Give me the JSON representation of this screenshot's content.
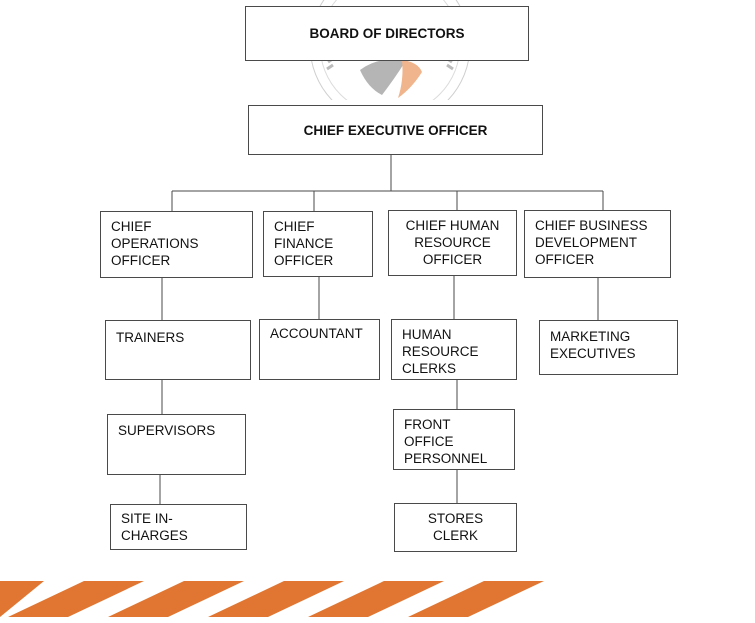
{
  "chart": {
    "top": [
      {
        "id": "board",
        "lines": [
          "BOARD OF DIRECTORS"
        ]
      },
      {
        "id": "ceo",
        "lines": [
          "CHIEF EXECUTIVE OFFICER"
        ]
      }
    ],
    "chiefs": [
      {
        "id": "coo",
        "lines": [
          "CHIEF",
          "OPERATIONS",
          "OFFICER"
        ]
      },
      {
        "id": "cfo",
        "lines": [
          "CHIEF",
          "FINANCE",
          "OFFICER"
        ]
      },
      {
        "id": "chro",
        "lines": [
          "CHIEF HUMAN",
          "RESOURCE",
          "OFFICER"
        ]
      },
      {
        "id": "cbdo",
        "lines": [
          "CHIEF BUSINESS",
          "DEVELOPMENT",
          "OFFICER"
        ]
      }
    ],
    "operations": [
      {
        "id": "trainers",
        "lines": [
          "TRAINERS"
        ]
      },
      {
        "id": "supervisors",
        "lines": [
          "SUPERVISORS"
        ]
      },
      {
        "id": "site-incharges",
        "lines": [
          "SITE IN-",
          "CHARGES"
        ]
      }
    ],
    "finance": [
      {
        "id": "accountant",
        "lines": [
          "ACCOUNTANT"
        ]
      }
    ],
    "hr": [
      {
        "id": "hr-clerks",
        "lines": [
          "HUMAN",
          "RESOURCE",
          "CLERKS"
        ]
      },
      {
        "id": "front-office",
        "lines": [
          "FRONT",
          "OFFICE",
          "PERSONNEL"
        ]
      },
      {
        "id": "stores-clerk",
        "lines": [
          "STORES",
          "CLERK"
        ]
      }
    ],
    "business": [
      {
        "id": "marketing",
        "lines": [
          "MARKETING",
          "EXECUTIVES"
        ]
      }
    ]
  },
  "colors": {
    "stripe": "#e07632",
    "line": "#4a4a4a",
    "watermark_gray": "#9a9a9a",
    "watermark_orange": "#f0b58c"
  },
  "watermark": {
    "icon": "logo-seal-icon"
  },
  "footer": {
    "icon": "orange-stripes-decoration"
  }
}
